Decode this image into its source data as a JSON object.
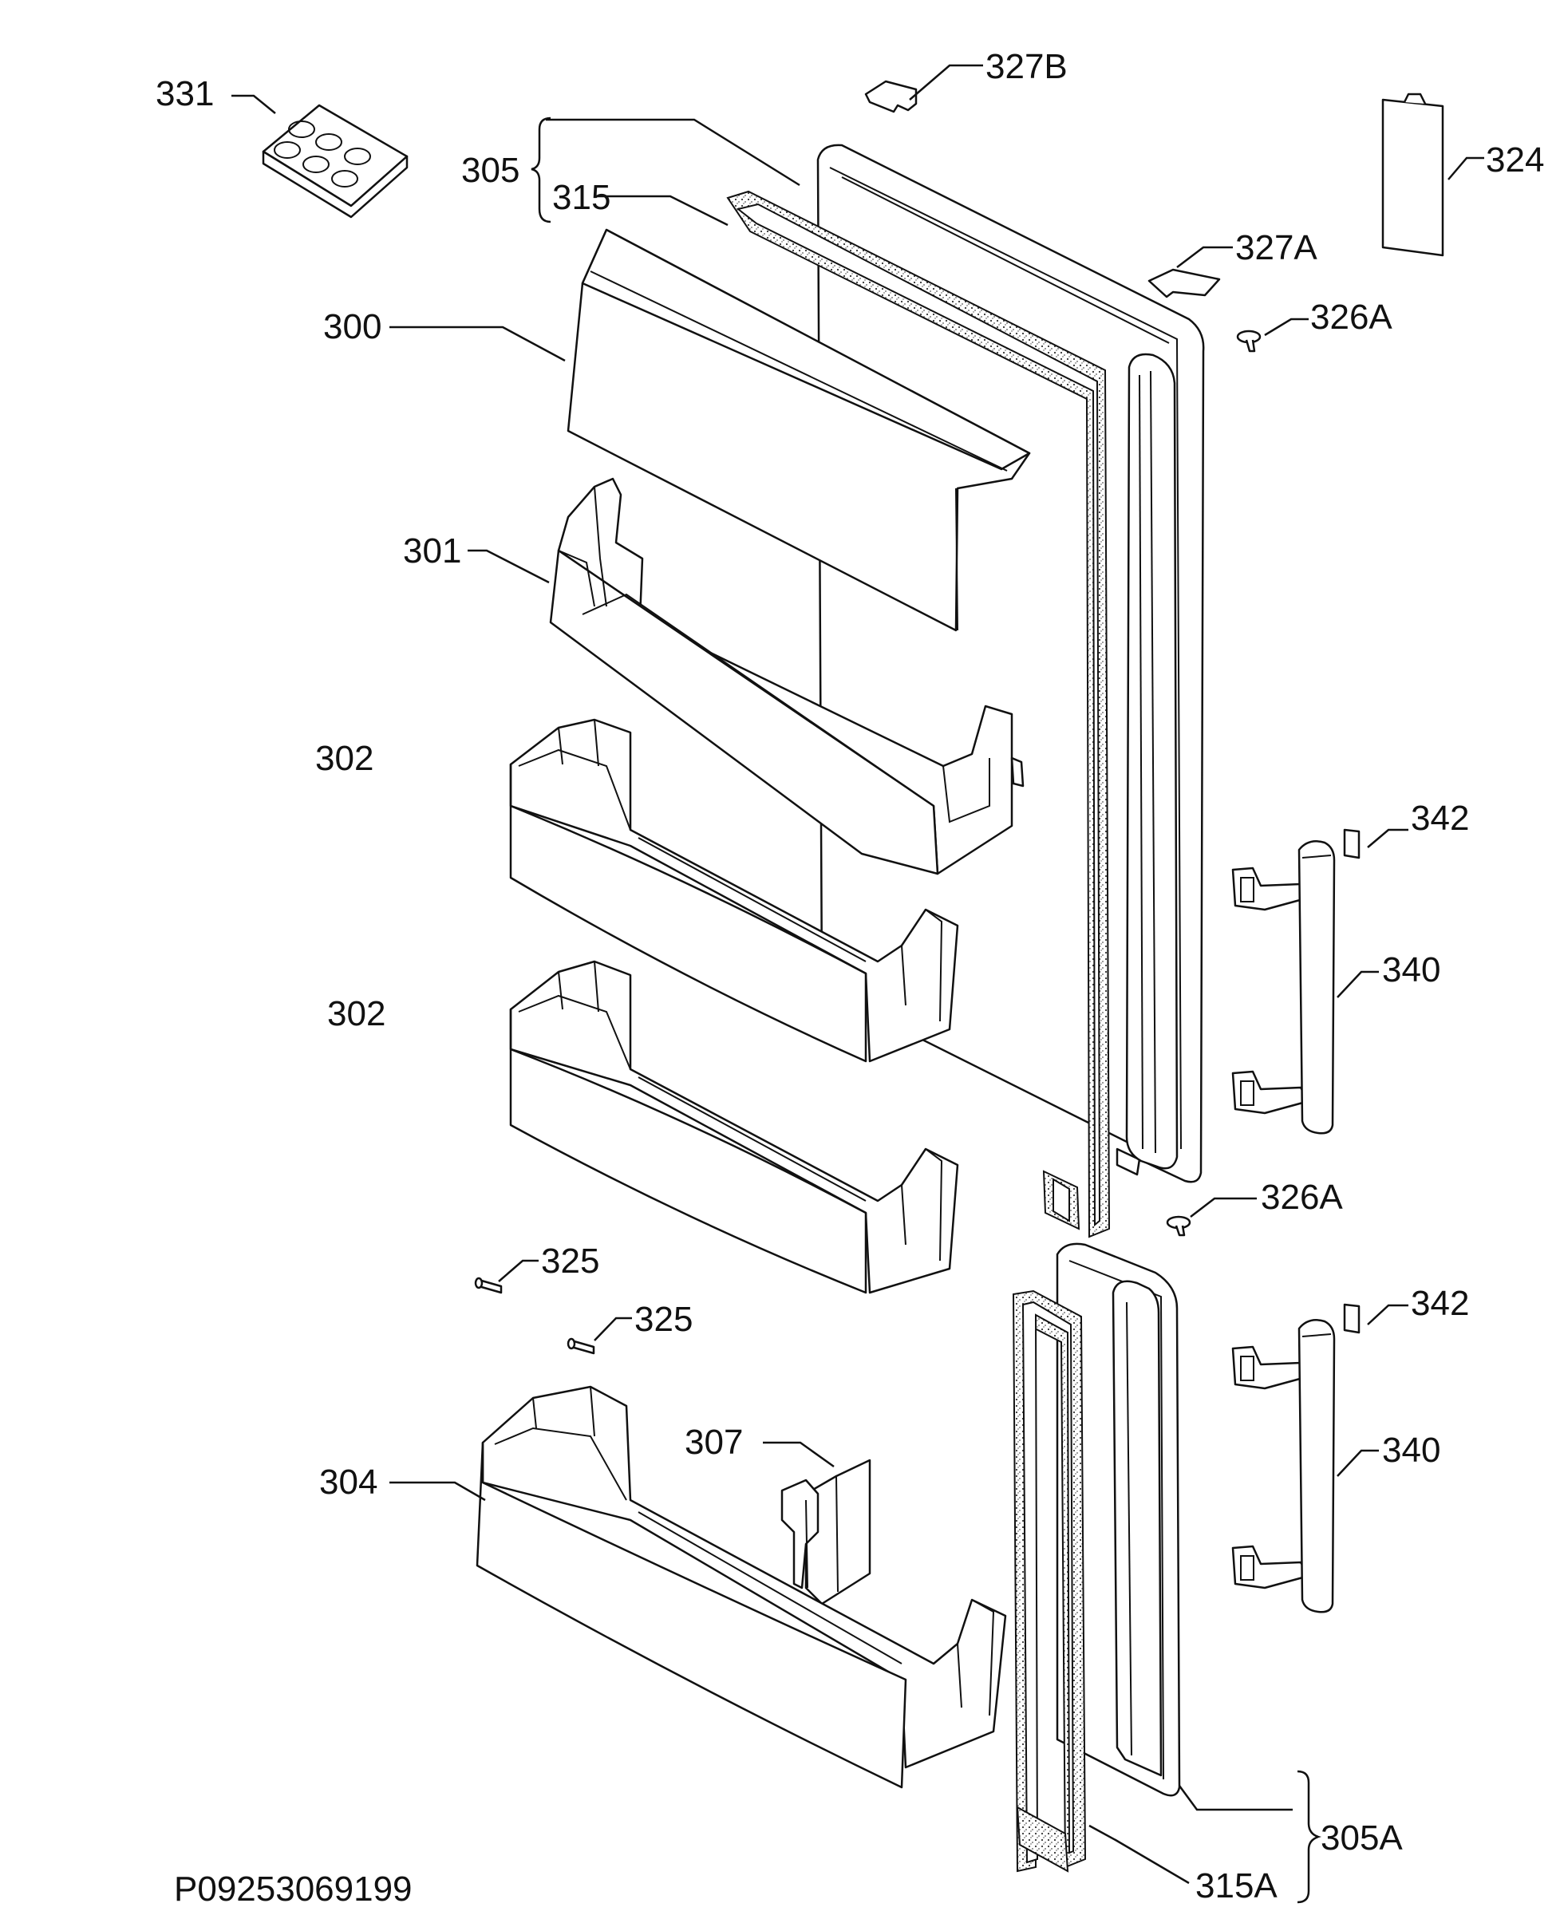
{
  "labels": {
    "l331": "331",
    "l327B": "327B",
    "l324": "324",
    "l305": "305",
    "l315": "315",
    "l327A": "327A",
    "l326A_top": "326A",
    "l300": "300",
    "l301": "301",
    "l302_a": "302",
    "l302_b": "302",
    "l342_top": "342",
    "l340_top": "340",
    "l326A_mid": "326A",
    "l325_a": "325",
    "l325_b": "325",
    "l342_bot": "342",
    "l307": "307",
    "l340_bot": "340",
    "l304": "304",
    "l305A": "305A",
    "l315A": "315A"
  },
  "doc_code": "P09253069199"
}
